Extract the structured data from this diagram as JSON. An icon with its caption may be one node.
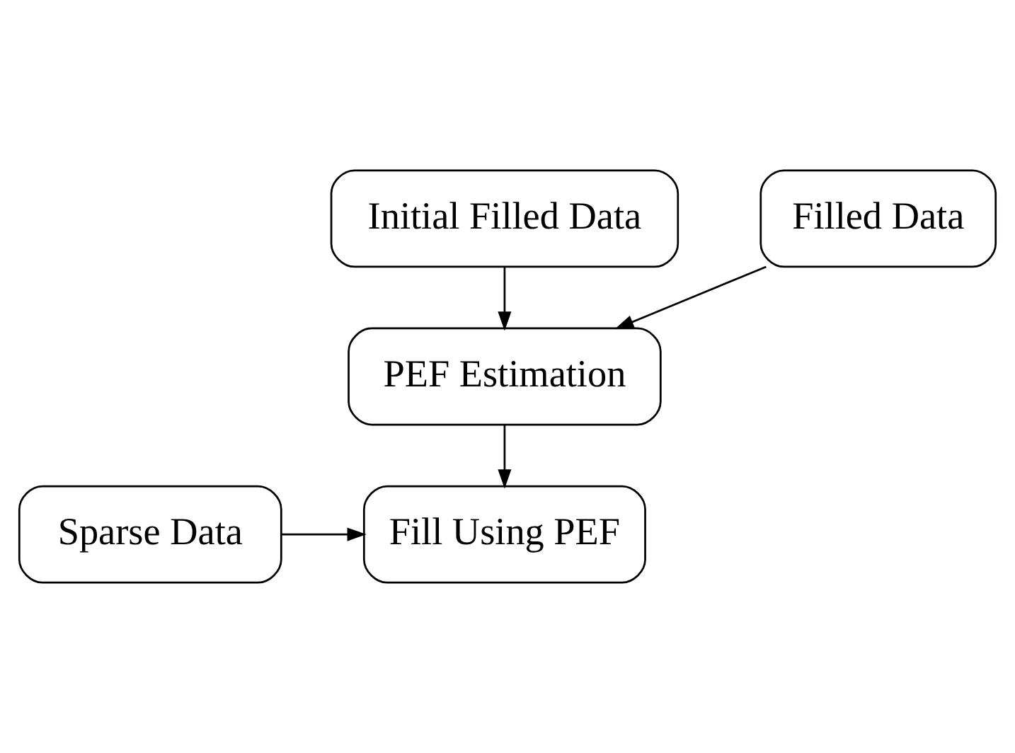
{
  "diagram": {
    "nodes": [
      {
        "text": [
          "Initial Filled Data"
        ]
      },
      {
        "text": [
          "PEF Estimation"
        ]
      },
      {
        "text": [
          "Fill Using PEF"
        ]
      },
      {
        "text": [
          "Sparse Data"
        ]
      },
      {
        "text": [
          "Filled Data"
        ]
      }
    ],
    "edges": [
      {
        "from": 0,
        "to": 1,
        "arrow": "to"
      },
      {
        "from": 1,
        "to": 2,
        "arrow": "to"
      },
      {
        "from": 3,
        "to": 2,
        "arrow": "to"
      },
      {
        "from": 4,
        "to": 1,
        "arrow": "to"
      }
    ]
  }
}
